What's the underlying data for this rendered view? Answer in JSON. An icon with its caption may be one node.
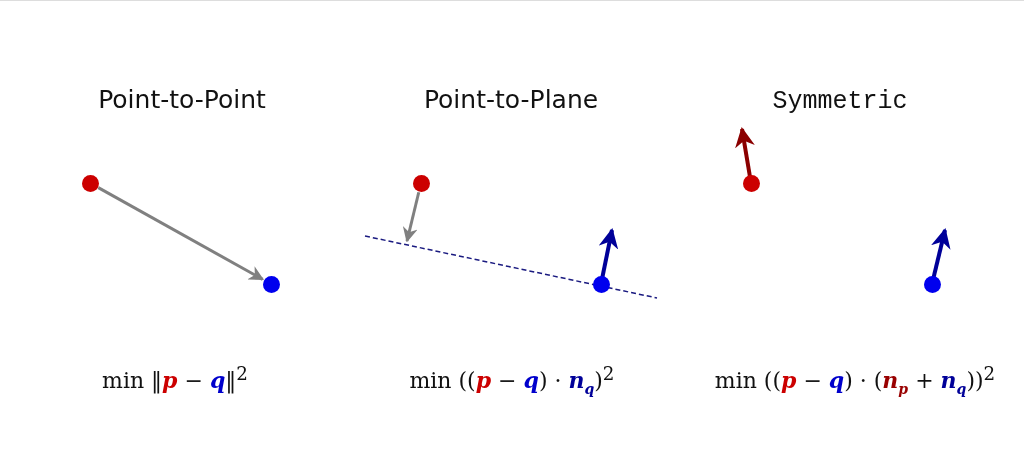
{
  "diagram": {
    "nodes": [
      {
        "text": [],
        "shape": "circle"
      },
      {
        "text": [],
        "shape": "circle"
      },
      {
        "text": [],
        "shape": "circle"
      },
      {
        "text": [],
        "shape": "circle"
      },
      {
        "text": [],
        "shape": "circle"
      },
      {
        "text": [],
        "shape": "circle"
      }
    ],
    "edges": [
      {
        "from": 0,
        "to": 1,
        "arrow": "to"
      },
      {
        "from": 2,
        "to": null,
        "arrow": "to"
      }
    ],
    "labels": [
      "Point-to-Point",
      "Point-to-Plane",
      "Symmetric",
      "min ‖**p** − **q**‖$^{2}$",
      "min ((**p** − **q**) · **n**$_{q}$)$^{2}$",
      "min ((**p** − **q**) · (**n**$_{p}$ + **n**$_{q}$))$^{2}$"
    ]
  }
}
